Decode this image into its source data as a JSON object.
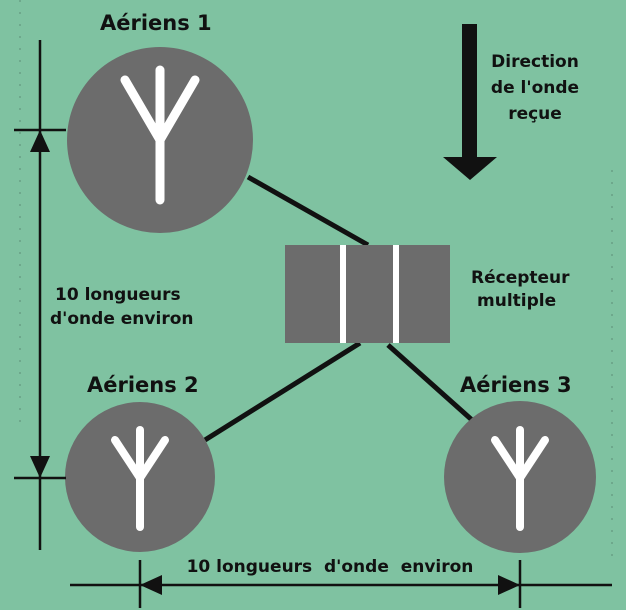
{
  "colors": {
    "background": "#7fc2a1",
    "node": "#6c6c6c",
    "line": "#111111",
    "antenna": "#ffffff"
  },
  "antennas": [
    {
      "label": "Aériens 1",
      "icon": "antenna-icon"
    },
    {
      "label": "Aériens 2",
      "icon": "antenna-icon"
    },
    {
      "label": "Aériens 3",
      "icon": "antenna-icon"
    }
  ],
  "receiver": {
    "label_line1": "Récepteur",
    "label_line2": "multiple"
  },
  "direction": {
    "line1": "Direction",
    "line2": "de l'onde",
    "line3": "reçue",
    "icon": "arrow-down-icon"
  },
  "dimension_vertical": {
    "line1": "10 longueurs",
    "line2": "d'onde environ"
  },
  "dimension_horizontal": {
    "text": "10 longueurs  d'onde  environ"
  }
}
